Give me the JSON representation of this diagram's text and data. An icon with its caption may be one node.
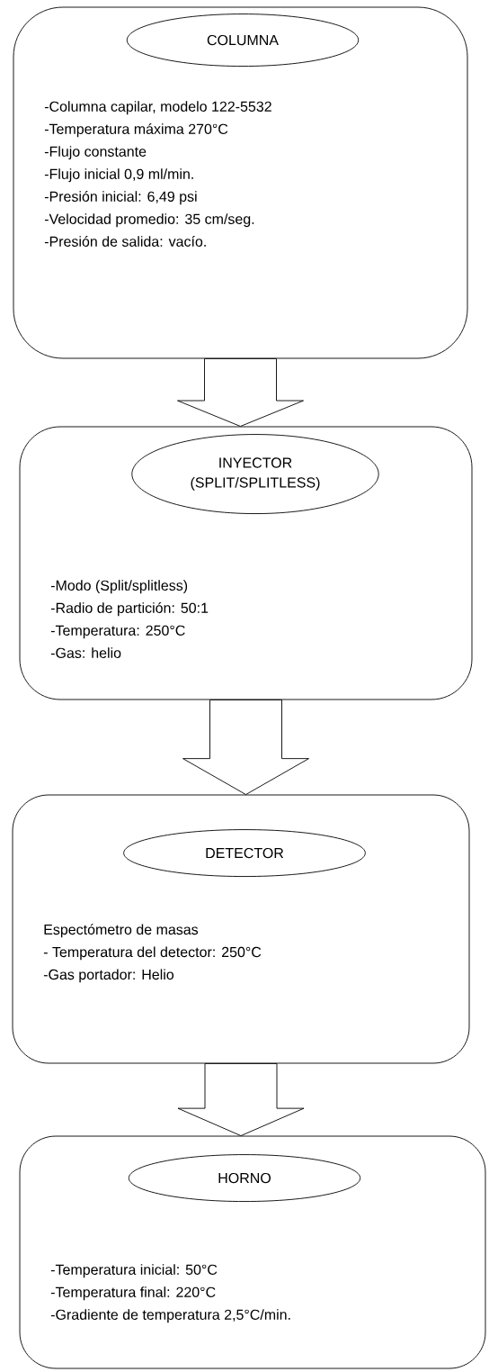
{
  "diagram": {
    "nodes": [
      {
        "text": [
          "-Columna capilar, modelo 122-5532",
          "-Temperatura máxima 270°C",
          "-Flujo constante",
          "-Flujo inicial 0,9 ml/min.",
          "-Presión inicial: 6,49 psi",
          "-Velocidad promedio: 35 cm/seg.",
          "-Presión de salida: vacío."
        ]
      },
      {
        "text": [
          "COLUMNA"
        ],
        "in": 0
      },
      {
        "text": [
          "-Modo (Split/splitless)",
          "-Radio de partición: 50:1",
          "-Temperatura: 250°C",
          "-Gas: helio"
        ]
      },
      {
        "text": [
          "INYECTOR (SPLIT/SPLITLESS)"
        ],
        "in": 2
      },
      {
        "text": [
          "Espectómetro de masas",
          "- Temperatura del detector: 250°C",
          "-Gas portador: Helio"
        ]
      },
      {
        "text": [
          "DETECTOR"
        ],
        "in": 4
      },
      {
        "text": [
          "-Temperatura inicial: 50°C",
          "-Temperatura final: 220°C",
          "-Gradiente de temperatura 2,5°C/min."
        ]
      },
      {
        "text": [
          "HORNO"
        ],
        "in": 6
      }
    ],
    "edges": [
      {
        "from": 0,
        "to": 2,
        "arrow": "to"
      },
      {
        "from": 2,
        "to": 4,
        "arrow": "to"
      },
      {
        "from": 4,
        "to": 6,
        "arrow": "to"
      }
    ]
  }
}
